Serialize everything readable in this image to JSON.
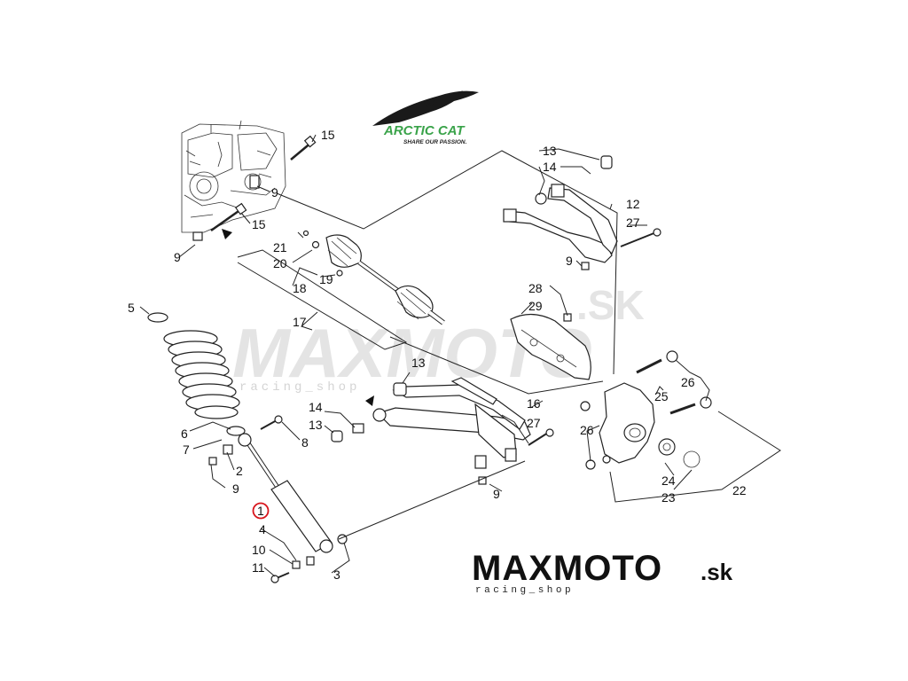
{
  "logo_top": {
    "name": "ARCTIC CAT",
    "tagline": "SHARE OUR PASSION."
  },
  "watermark": {
    "name": "MAXMOTO",
    "suffix": ".SK",
    "sub": "racing_shop"
  },
  "logo_bottom": {
    "name": "MAXMOTO",
    "suffix": ".sk",
    "sub": "racing_shop"
  },
  "callouts": {
    "c1": "1",
    "c2": "2",
    "c3": "3",
    "c4": "4",
    "c5": "5",
    "c6": "6",
    "c7": "7",
    "c8": "8",
    "c9a": "9",
    "c9b": "9",
    "c9c": "9",
    "c9d": "9",
    "c9e": "9",
    "c10": "10",
    "c11": "11",
    "c12": "12",
    "c13a": "13",
    "c13b": "13",
    "c13c": "13",
    "c14a": "14",
    "c14b": "14",
    "c15a": "15",
    "c15b": "15",
    "c16": "16",
    "c17": "17",
    "c18": "18",
    "c19": "19",
    "c20": "20",
    "c21": "21",
    "c22": "22",
    "c23": "23",
    "c24": "24",
    "c25": "25",
    "c26a": "26",
    "c26b": "26",
    "c27a": "27",
    "c27b": "27",
    "c28": "28",
    "c29": "29"
  },
  "highlight": {
    "color": "#d8141b",
    "part": "1"
  },
  "colors": {
    "arctic_green": "#2e8b3a",
    "ink": "#111111",
    "watermark": "#dedede"
  }
}
